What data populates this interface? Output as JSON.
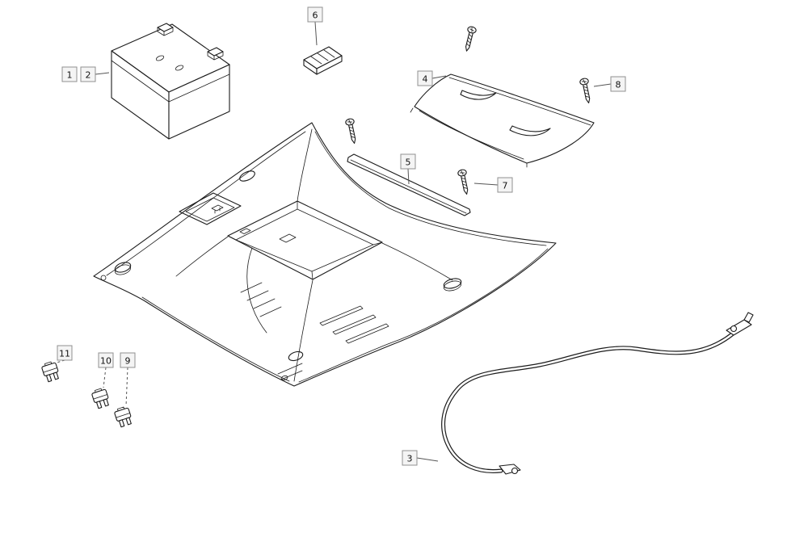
{
  "figure": {
    "type": "exploded-parts-diagram"
  },
  "colors": {
    "line": "#1c1c1c",
    "background": "#ffffff",
    "label_background": "#f4f4f4",
    "label_border": "#909090",
    "label_text": "#111111",
    "leader_line": "#555555"
  },
  "callouts": [
    {
      "label": "1",
      "part": "battery"
    },
    {
      "label": "2",
      "part": "battery"
    },
    {
      "label": "3",
      "part": "battery-cable"
    },
    {
      "label": "4",
      "part": "battery-cover"
    },
    {
      "label": "5",
      "part": "trim-strip"
    },
    {
      "label": "6",
      "part": "mounting-rail"
    },
    {
      "label": "7",
      "part": "screw"
    },
    {
      "label": "8",
      "part": "screw"
    },
    {
      "label": "9",
      "part": "fuse"
    },
    {
      "label": "10",
      "part": "fuse"
    },
    {
      "label": "11",
      "part": "fuse"
    }
  ]
}
